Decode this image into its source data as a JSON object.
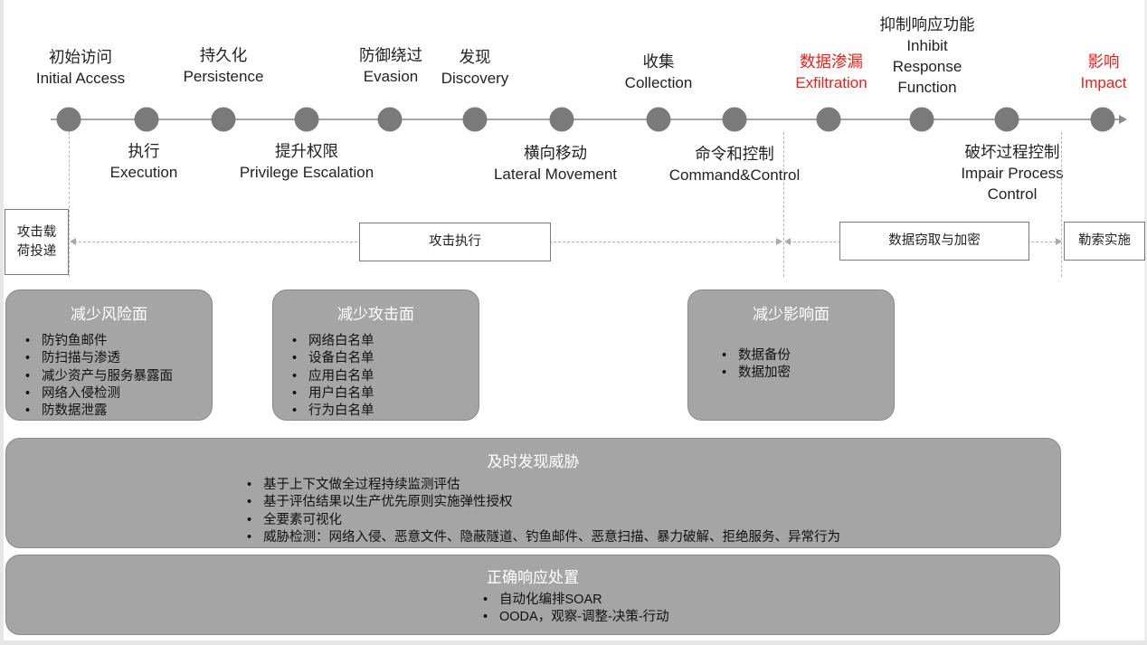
{
  "stages_top": [
    {
      "zh": "初始访问",
      "en": "Initial Access"
    },
    {
      "zh": "持久化",
      "en": "Persistence"
    },
    {
      "zh": "防御绕过",
      "en": "Evasion"
    },
    {
      "zh": "发现",
      "en": "Discovery"
    },
    {
      "zh": "收集",
      "en": "Collection"
    },
    {
      "zh": "数据渗漏",
      "en": "Exfiltration"
    },
    {
      "zh": "抑制响应功能",
      "en": "Inhibit",
      "en2": "Response",
      "en3": "Function"
    },
    {
      "zh": "影响",
      "en": "Impact"
    }
  ],
  "stages_bottom": [
    {
      "zh": "执行",
      "en": "Execution"
    },
    {
      "zh": "提升权限",
      "en": "Privilege Escalation"
    },
    {
      "zh": "横向移动",
      "en": "Lateral Movement"
    },
    {
      "zh": "命令和控制",
      "en": "Command&Control"
    },
    {
      "zh": "破坏过程控制",
      "en": "Impair Process",
      "en2": "Control"
    }
  ],
  "phases": {
    "delivery_line1": "攻击载",
    "delivery_line2": "荷投递",
    "execution": "攻击执行",
    "exfil_encrypt": "数据窃取与加密",
    "ransom": "勒索实施"
  },
  "boxes": {
    "reduce_risk": {
      "title": "减少风险面",
      "items": [
        "防钓鱼邮件",
        "防扫描与渗透",
        "减少资产与服务暴露面",
        "网络入侵检测",
        "防数据泄露"
      ]
    },
    "reduce_attack": {
      "title": "减少攻击面",
      "items": [
        "网络白名单",
        "设备白名单",
        "应用白名单",
        "用户白名单",
        "行为白名单"
      ]
    },
    "reduce_impact": {
      "title": "减少影响面",
      "items": [
        "数据备份",
        "数据加密"
      ]
    },
    "detect": {
      "title": "及时发现威胁",
      "items": [
        "基于上下文做全过程持续监测评估",
        "基于评估结果以生产优先原则实施弹性授权",
        "全要素可视化",
        "威胁检测：网络入侵、恶意文件、隐蔽隧道、钓鱼邮件、恶意扫描、暴力破解、拒绝服务、异常行为"
      ]
    },
    "respond": {
      "title": "正确响应处置",
      "items": [
        "自动化编排SOAR",
        "OODA，观察-调整-决策-行动"
      ]
    }
  },
  "colors": {
    "node": "#7a7a7a",
    "box_fill": "#a5a5a5",
    "highlight_red": "#e8211a",
    "box_title": "#ffffff"
  }
}
